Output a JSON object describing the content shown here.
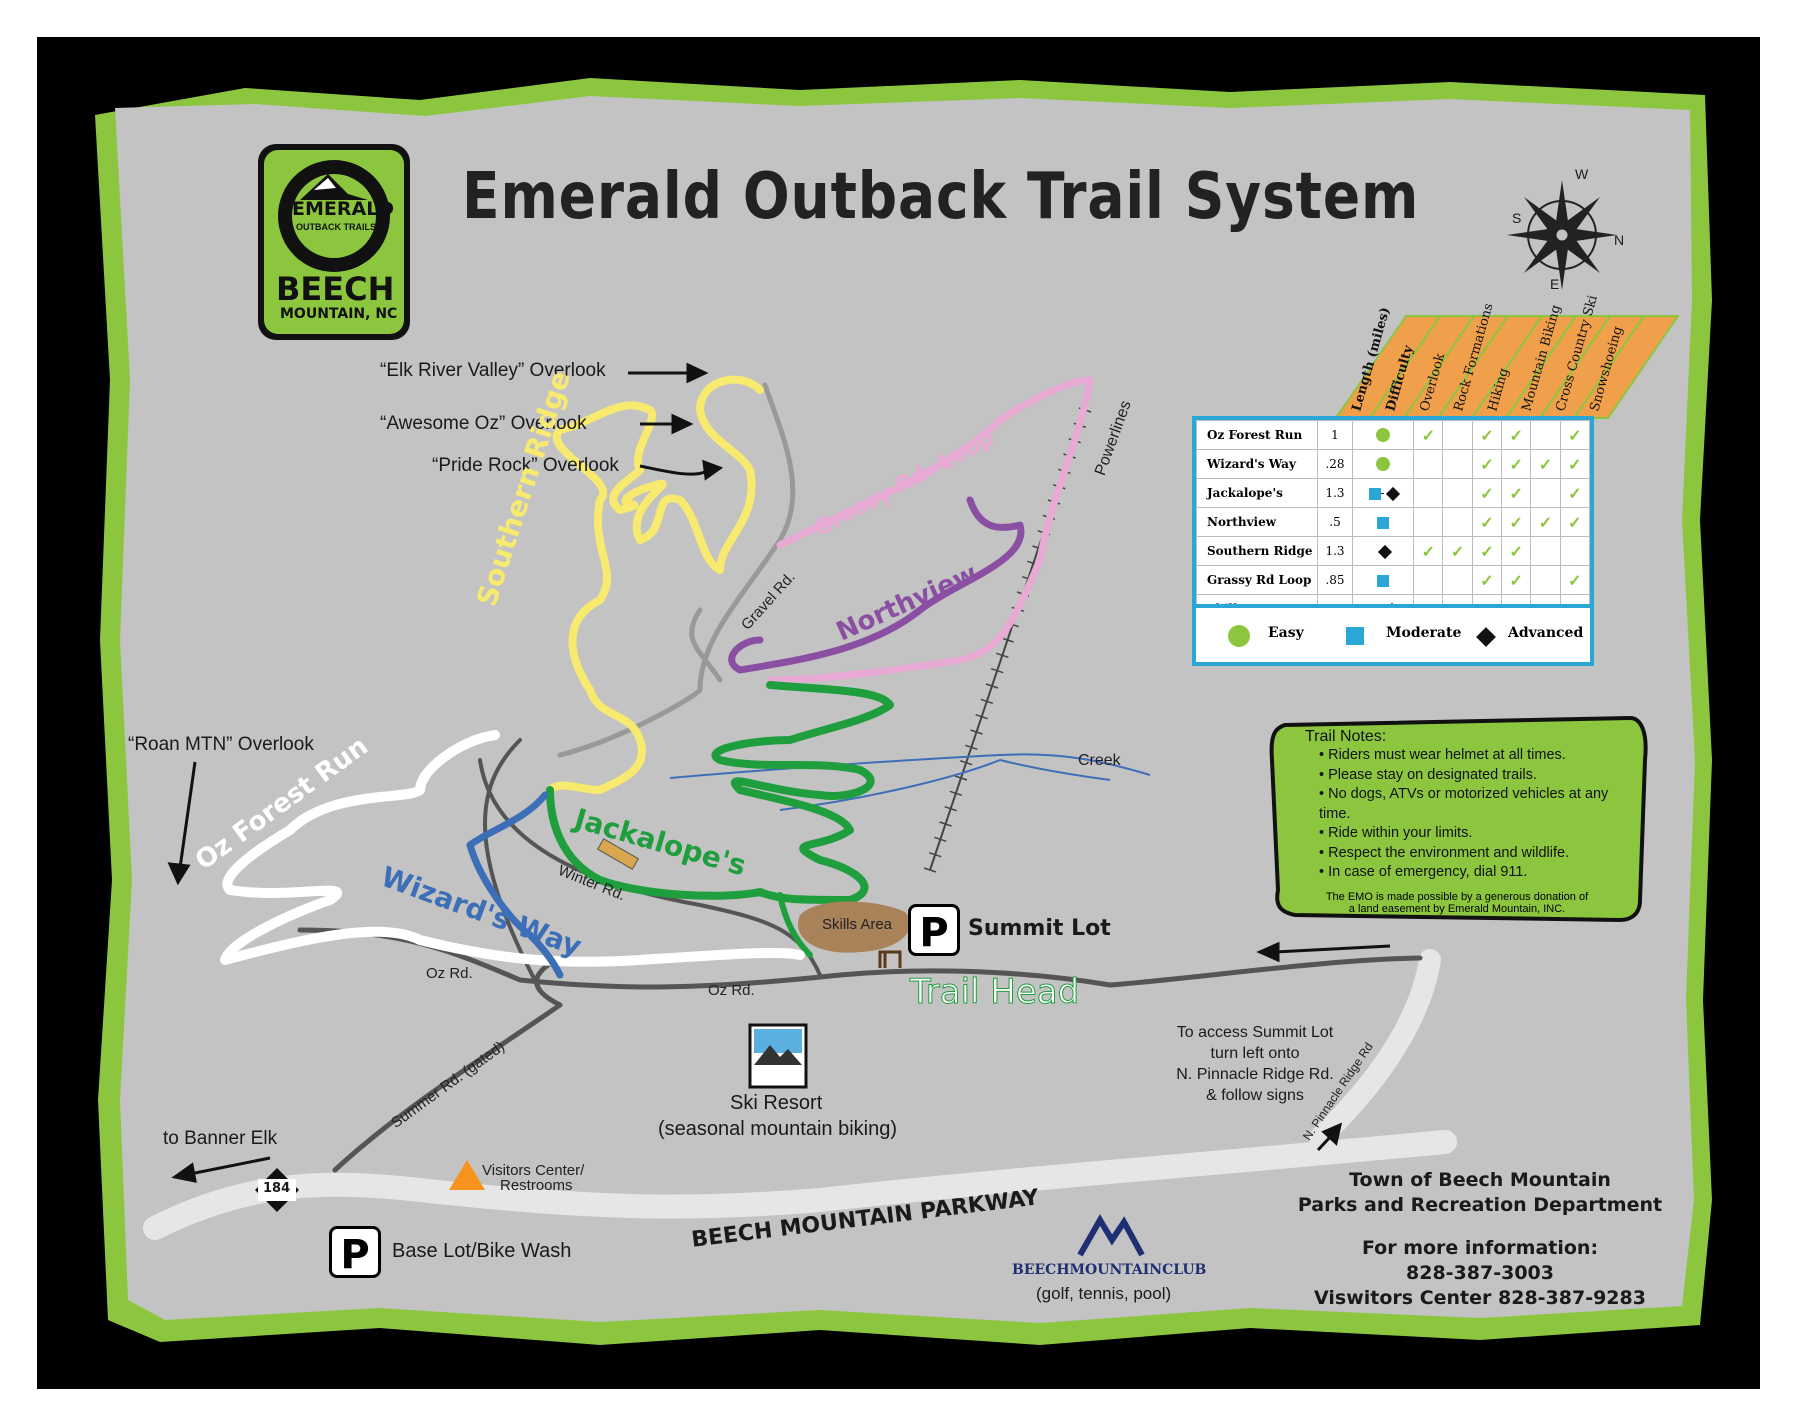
{
  "title": "Emerald Outback Trail System",
  "logo": {
    "line1": "EMERALD",
    "line2": "OUTBACK TRAILS",
    "line3": "BEECH",
    "line4": "MOUNTAIN, NC"
  },
  "compass": {
    "n": "N",
    "s": "S",
    "e": "E",
    "w": "W"
  },
  "overlooks": {
    "elk_river": "“Elk River Valley” Overlook",
    "awesome_oz": "“Awesome Oz” Overlook",
    "pride_rock": "“Pride Rock” Overlook",
    "roan_mtn": "“Roan MTN” Overlook"
  },
  "trails": {
    "southern_ridge": "Southern Ridge",
    "grassy_loop": "Grassy Rd. Loop",
    "northview": "Northview",
    "oz_forest": "Oz Forest Run",
    "jackalopes": "Jackalope's",
    "wizards_way": "Wizard's Way"
  },
  "roads": {
    "gravel": "Gravel Rd.",
    "powerlines": "Powerlines",
    "creek": "Creek",
    "winter": "Winter Rd.",
    "oz1": "Oz Rd.",
    "oz2": "Oz Rd.",
    "summer": "Summer Rd. (gated)",
    "pinnacle": "N. Pinnacle Ridge Rd",
    "parkway": "BEECH MOUNTAIN PARKWAY",
    "hwy": "184"
  },
  "places": {
    "skills_area": "Skills Area",
    "summit_lot": "Summit Lot",
    "trail_head": "Trail Head",
    "ski_resort": "Ski Resort",
    "ski_resort_note": "(seasonal mountain biking)",
    "visitors_center": "Visitors Center/",
    "restrooms": "Restrooms",
    "base_lot": "Base Lot/Bike Wash",
    "banner_elk": "to Banner Elk",
    "parking_symbol": "P"
  },
  "access_note": [
    "To access Summit Lot",
    "turn left onto",
    "N. Pinnacle Ridge Rd.",
    "& follow signs"
  ],
  "club": {
    "name": "BEECHMOUNTAINCLUB",
    "note": "(golf, tennis, pool)"
  },
  "department": {
    "line1": "Town of Beech Mountain",
    "line2": "Parks and Recreation Department",
    "info_label": "For more information:",
    "phone1": "828-387-3003",
    "phone2": "Viswitors Center 828-387-9283"
  },
  "legend": {
    "columns": [
      "Length (miles)",
      "Difficulty",
      "Overlook",
      "Rock Formations",
      "Hiking",
      "Mountain Biking",
      "Cross Country Ski",
      "Snowshoeing"
    ],
    "rows": [
      {
        "name": "Oz Forest Run",
        "length": "1",
        "difficulty": "easy",
        "overlook": true,
        "rock": false,
        "hiking": true,
        "biking": true,
        "xc_ski": false,
        "snowshoe": true
      },
      {
        "name": "Wizard's Way",
        "length": ".28",
        "difficulty": "easy",
        "overlook": false,
        "rock": false,
        "hiking": true,
        "biking": true,
        "xc_ski": true,
        "snowshoe": true
      },
      {
        "name": "Jackalope's",
        "length": "1.3",
        "difficulty": "moderate-advanced",
        "overlook": false,
        "rock": false,
        "hiking": true,
        "biking": true,
        "xc_ski": false,
        "snowshoe": true
      },
      {
        "name": "Northview",
        "length": ".5",
        "difficulty": "moderate",
        "overlook": false,
        "rock": false,
        "hiking": true,
        "biking": true,
        "xc_ski": true,
        "snowshoe": true
      },
      {
        "name": "Southern Ridge",
        "length": "1.3",
        "difficulty": "advanced",
        "overlook": true,
        "rock": true,
        "hiking": true,
        "biking": true,
        "xc_ski": false,
        "snowshoe": false
      },
      {
        "name": "Grassy Rd Loop",
        "length": ".85",
        "difficulty": "moderate",
        "overlook": false,
        "rock": false,
        "hiking": true,
        "biking": true,
        "xc_ski": false,
        "snowshoe": true
      },
      {
        "name": "Skills Area",
        "length": "",
        "difficulty": "easy-advanced",
        "overlook": false,
        "rock": false,
        "hiking": false,
        "biking": true,
        "xc_ski": false,
        "snowshoe": false
      }
    ],
    "key": {
      "easy": "Easy",
      "moderate": "Moderate",
      "advanced": "Advanced"
    },
    "check_glyph": "✓"
  },
  "notes": {
    "title": "Trail Notes:",
    "items": [
      "Riders must wear helmet at all times.",
      "Please stay on designated trails.",
      "No dogs, ATVs or motorized vehicles at any time.",
      "Ride within your limits.",
      "Respect the environment and wildlife.",
      "In case of emergency, dial 911."
    ],
    "footer1": "The EMO is made possible by a generous donation of",
    "footer2": "a land easement by Emerald Mountain, INC."
  },
  "colors": {
    "frame": "#000000",
    "border_green": "#8cc63f",
    "map_gray": "#c3c3c3",
    "legend_orange": "#f0a04b",
    "legend_blue": "#2aa7d7",
    "yellow_trail": "#f7ea6e",
    "pink_trail": "#e8a9d4",
    "purple_trail": "#8a4fa3",
    "green_trail": "#1e9e3c",
    "blue_trail": "#3d6eb8",
    "white_trail": "#ffffff"
  }
}
